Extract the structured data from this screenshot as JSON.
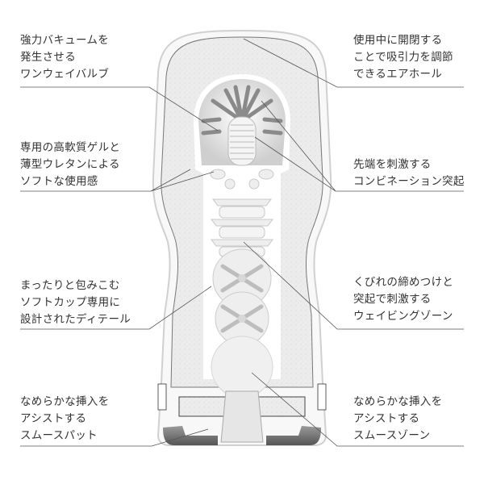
{
  "colors": {
    "text": "#333333",
    "leader_line": "#555555",
    "gel": "#e9e9e9",
    "shell": "#f7f7f7",
    "outline": "#777777"
  },
  "callouts": {
    "left": [
      {
        "lines": [
          "強力バキュームを",
          "発生させる",
          "ワンウェイバルブ"
        ]
      },
      {
        "lines": [
          "専用の高軟質ゲルと",
          "薄型ウレタンによる",
          "ソフトな使用感"
        ]
      },
      {
        "lines": [
          "まったりと包みこむ",
          "ソフトカップ専用に",
          "設計されたディテール"
        ]
      },
      {
        "lines": [
          "なめらかな挿入を",
          "アシストする",
          "スムースパット"
        ]
      }
    ],
    "right": [
      {
        "lines": [
          "使用中に開閉する",
          "ことで吸引力を調節",
          "できるエアホール"
        ]
      },
      {
        "lines": [
          "先端を刺激する",
          "コンビネーション突起"
        ]
      },
      {
        "lines": [
          "くびれの締めつけと",
          "突起で刺激する",
          "ウェイビングゾーン"
        ]
      },
      {
        "lines": [
          "なめらかな挿入を",
          "アシストする",
          "スムースゾーン"
        ]
      }
    ]
  }
}
